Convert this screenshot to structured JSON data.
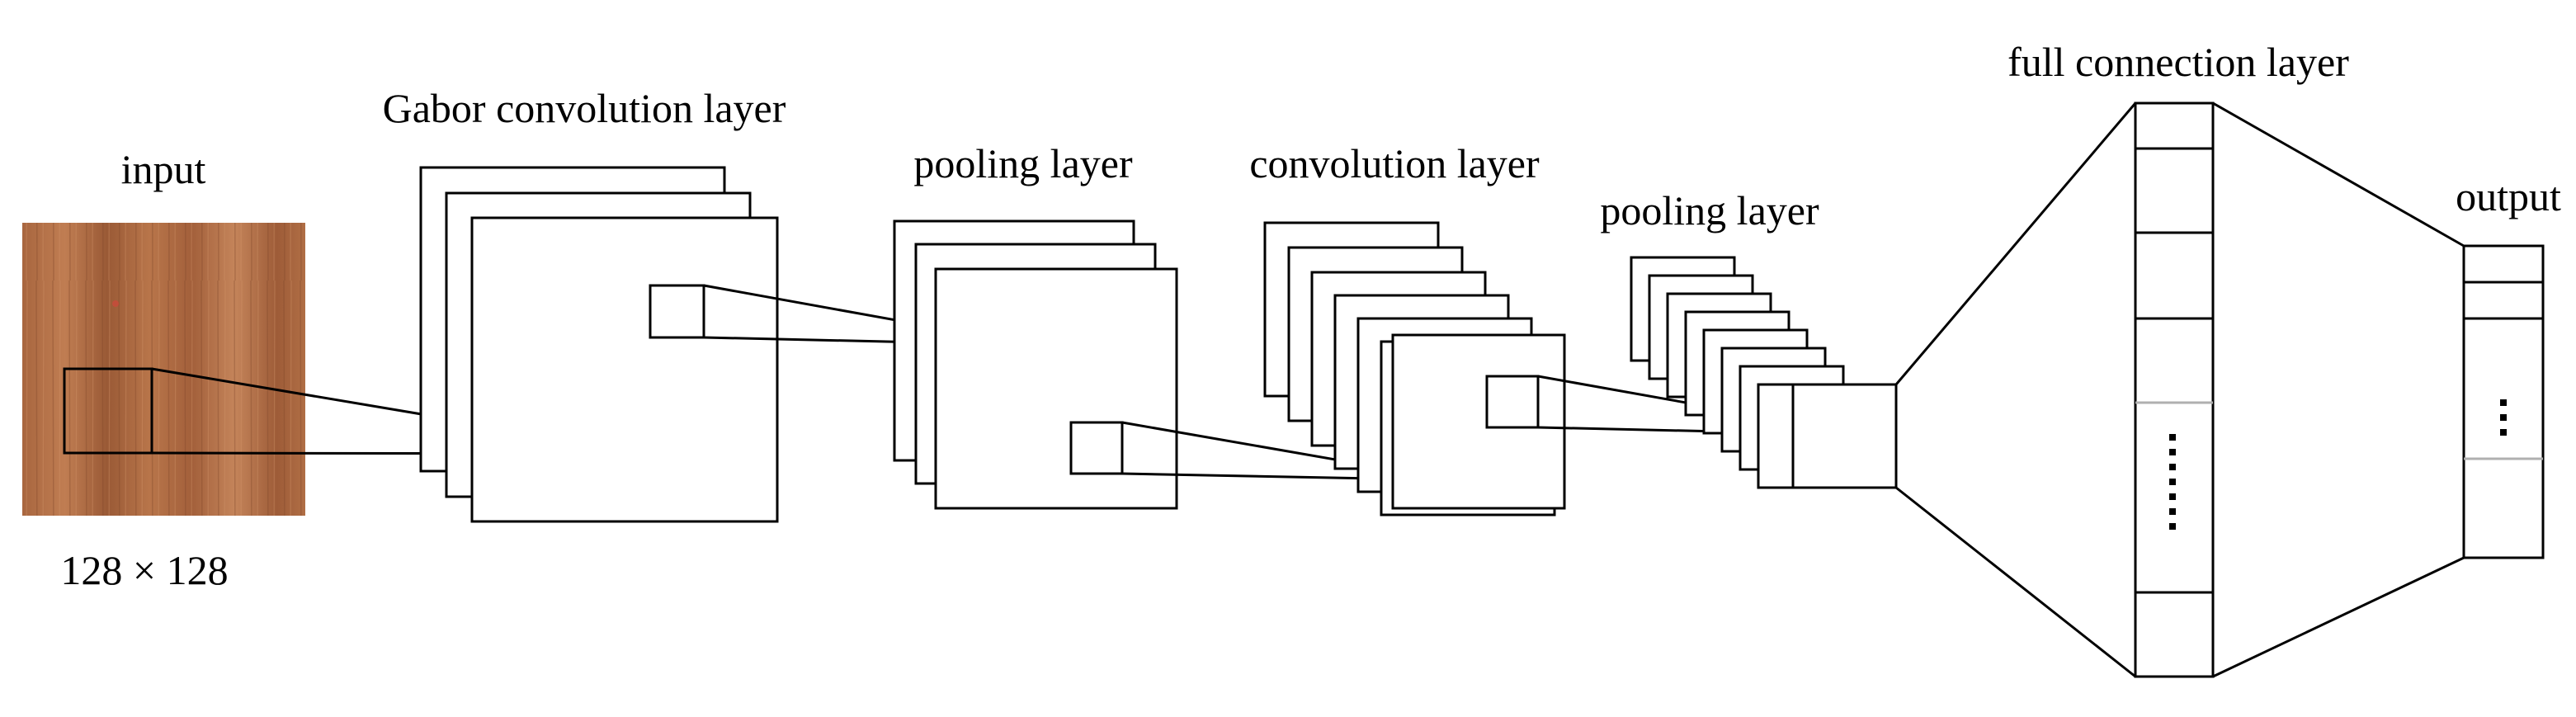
{
  "labels": {
    "input": "input",
    "input_size": "128 × 128",
    "gabor_conv": "Gabor convolution layer",
    "pooling1": "pooling layer",
    "conv": "convolution layer",
    "pooling2": "pooling layer",
    "full_connection": "full connection layer",
    "output": "output"
  },
  "colors": {
    "input_wood_base": "#b0704a",
    "input_wood_dark": "#8d5233",
    "input_wood_light": "#c8875d",
    "stroke": "#000000"
  }
}
